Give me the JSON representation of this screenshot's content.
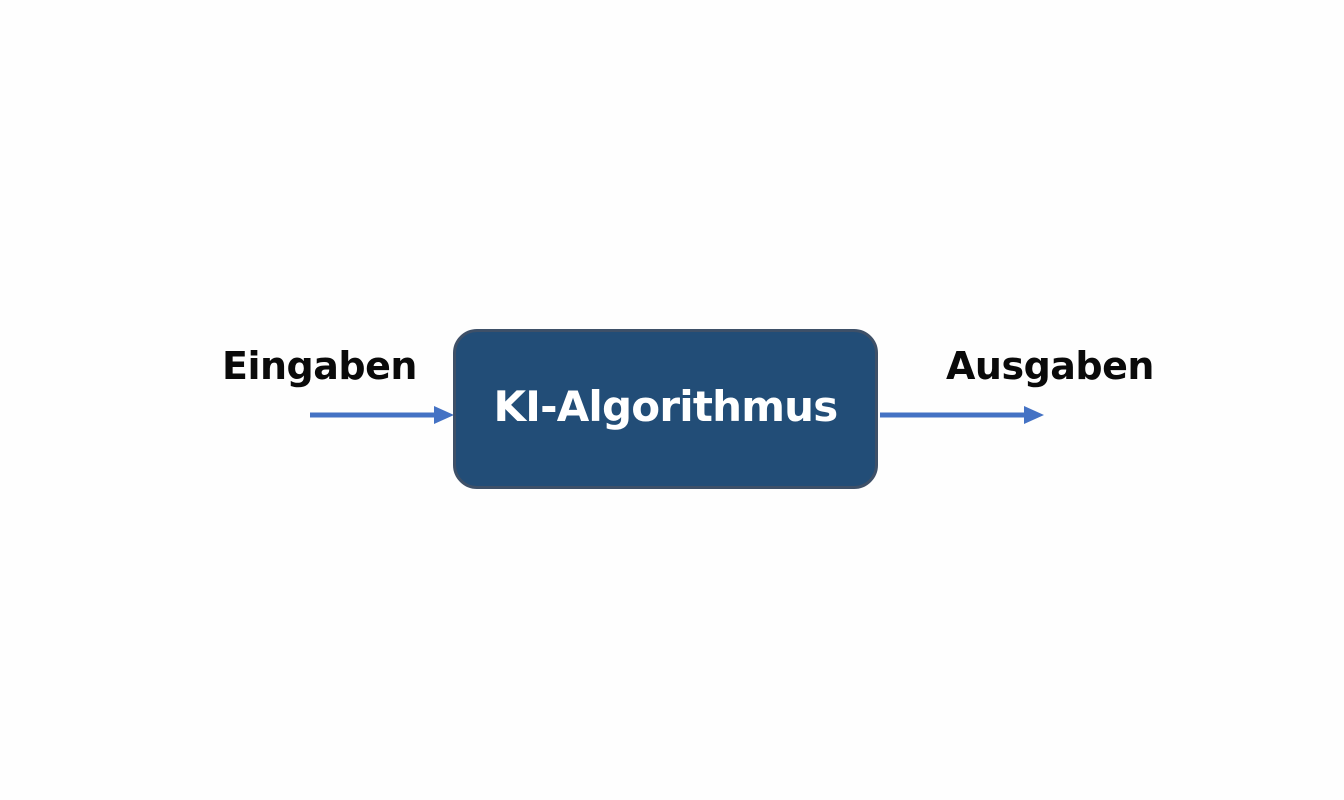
{
  "diagram": {
    "input_label": "Eingaben",
    "process_label": "KI-Algorithmus",
    "output_label": "Ausgaben"
  },
  "colors": {
    "background": "#fefefe",
    "box_fill": "#224d77",
    "box_border": "#3e5068",
    "arrow": "#4472c4",
    "label_text": "#0a0a0a",
    "box_text": "#ffffff"
  },
  "flow": [
    {
      "from": "Eingaben",
      "to": "KI-Algorithmus"
    },
    {
      "from": "KI-Algorithmus",
      "to": "Ausgaben"
    }
  ]
}
